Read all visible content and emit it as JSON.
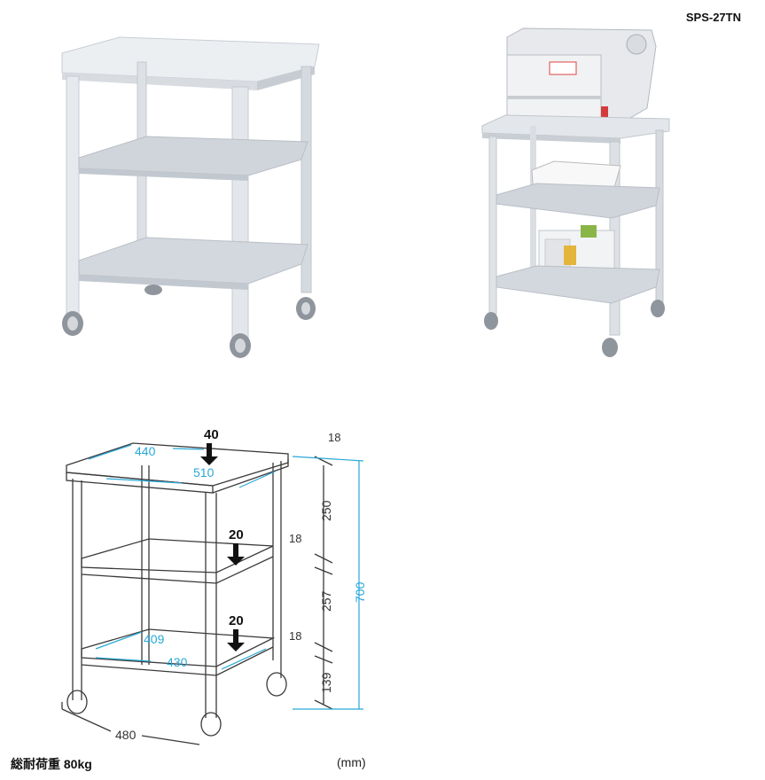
{
  "model_code": "SPS-27TN",
  "dimensions": {
    "top_depth": "440",
    "top_width": "510",
    "shelf_depth": "409",
    "shelf_width": "430",
    "overall_width": "480",
    "board_thickness_top": "18",
    "board_thickness_mid": "18",
    "board_thickness_low": "18",
    "gap_upper": "250",
    "gap_middle": "257",
    "gap_lower": "139",
    "total_height": "700"
  },
  "load_limits": {
    "top": "40",
    "middle": "20",
    "bottom": "20"
  },
  "footer": {
    "total_load": "総耐荷重 80kg",
    "unit": "(mm)"
  },
  "colors": {
    "frame": "#dfe3e8",
    "frame_shadow": "#b8bec6",
    "shelf": "#e9ecef",
    "line": "#3a3a3a",
    "dimension_accent": "#29a8d8"
  }
}
